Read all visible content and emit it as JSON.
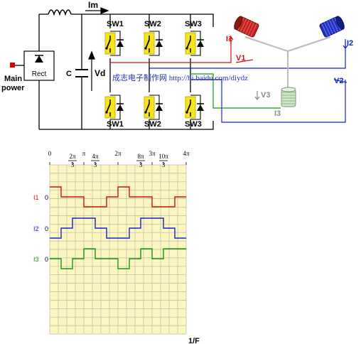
{
  "circuit": {
    "main_power_line1": "Main",
    "main_power_line2": "power",
    "rect_label": "Rect",
    "cap_label": "C",
    "vd_label": "Vd",
    "im_label": "Im",
    "switches_top": [
      "SW1",
      "SW2",
      "SW3"
    ],
    "switches_bottom": [
      "SW1",
      "SW2",
      "SW3"
    ],
    "currents": [
      "I1",
      "I2",
      "I3"
    ],
    "voltages": [
      "V1",
      "V2",
      "V3"
    ],
    "watermark": "成志电子制作网 http://hi.baidu.com/diydz"
  },
  "colors": {
    "phase1": "#cc1111",
    "phase2": "#1122cc",
    "phase3": "#119911",
    "switch_fill": "#f7e51a",
    "grid_bg": "#fdf6c0",
    "grid_line": "#b8b8a8",
    "watermark": "#2233bb",
    "voltage_v3": "#888888"
  },
  "icons": [
    "coil-icon",
    "diode-icon",
    "switch-icon",
    "capacitor-icon",
    "inductor-icon"
  ],
  "chart_data": {
    "type": "line",
    "x_ticks": [
      {
        "num": "0",
        "den": ""
      },
      {
        "num": "2π",
        "den": "3"
      },
      {
        "num": "π",
        "den": ""
      },
      {
        "num": "4π",
        "den": "3"
      },
      {
        "num": "2π",
        "den": ""
      },
      {
        "num": "8π",
        "den": "3"
      },
      {
        "num": "3π",
        "den": ""
      },
      {
        "num": "10π",
        "den": "3"
      },
      {
        "num": "4π",
        "den": ""
      }
    ],
    "x_tick_values": [
      0,
      0.6667,
      1,
      1.3333,
      2,
      2.6667,
      3,
      3.3333,
      4
    ],
    "xlabel": "1/F",
    "xlim": [
      0,
      4
    ],
    "series": [
      {
        "name": "I1",
        "baseline_label": "0",
        "x": [
          0,
          0.333,
          0.333,
          1,
          1,
          1.667,
          1.667,
          2,
          2,
          2.333,
          2.333,
          3,
          3,
          3.667,
          3.667,
          4
        ],
        "y": [
          1,
          1,
          0,
          0,
          -1,
          -1,
          0,
          0,
          1,
          1,
          0,
          0,
          -1,
          -1,
          0,
          0
        ]
      },
      {
        "name": "I2",
        "baseline_label": "0",
        "x": [
          0,
          0.333,
          0.333,
          0.667,
          0.667,
          1.333,
          1.333,
          1.667,
          1.667,
          2.333,
          2.333,
          2.667,
          2.667,
          3.333,
          3.333,
          3.667,
          3.667,
          4
        ],
        "y": [
          -1,
          -1,
          0,
          0,
          1,
          1,
          0,
          0,
          -1,
          -1,
          0,
          0,
          1,
          1,
          0,
          0,
          -1,
          -1
        ]
      },
      {
        "name": "I3",
        "baseline_label": "0",
        "x": [
          0,
          0.333,
          0.333,
          0.667,
          0.667,
          1,
          1,
          1.333,
          1.333,
          2,
          2,
          2.333,
          2.333,
          2.667,
          2.667,
          3,
          3,
          3.333,
          3.333,
          4
        ],
        "y": [
          0,
          0,
          -1,
          -1,
          0,
          0,
          1,
          1,
          0,
          0,
          -1,
          -1,
          0,
          0,
          1,
          1,
          0,
          0,
          1,
          1
        ]
      }
    ]
  }
}
